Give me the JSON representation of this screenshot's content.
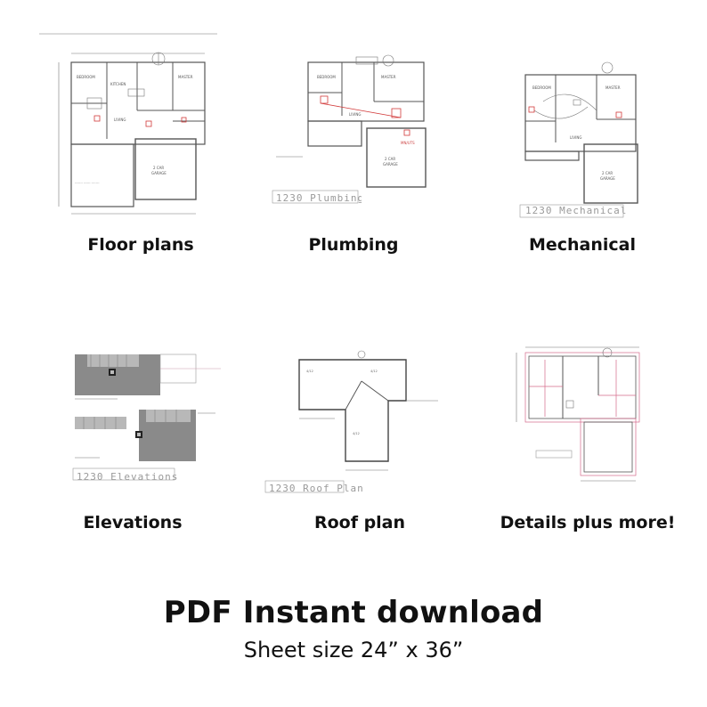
{
  "items": [
    {
      "caption": "Floor plans",
      "stamp": ""
    },
    {
      "caption": "Plumbing",
      "stamp": "1230 Plumbing"
    },
    {
      "caption": "Mechanical",
      "stamp": "1230 Mechanical"
    },
    {
      "caption": "Elevations",
      "stamp": "1230 Elevations"
    },
    {
      "caption": "Roof plan",
      "stamp": "1230 Roof Plan"
    },
    {
      "caption": "Details plus more!",
      "stamp": ""
    }
  ],
  "headline": "PDF Instant download",
  "subline": "Sheet size 24” x 36”",
  "colors": {
    "text": "#111111",
    "linework": "#555555",
    "redline": "#d23b3b",
    "shading": "#8a8a8a"
  }
}
